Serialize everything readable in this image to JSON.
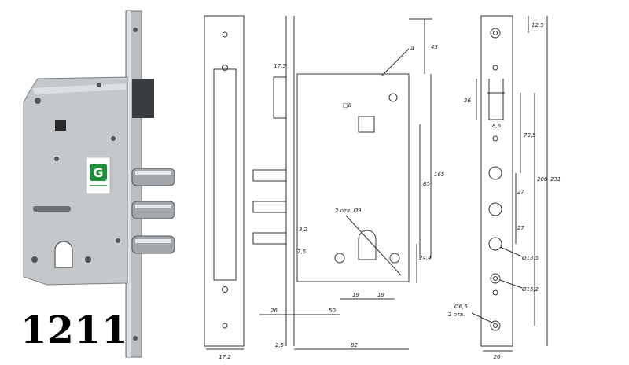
{
  "product": {
    "model_number": "1211",
    "brand_mark": "G"
  },
  "drawing": {
    "front_plate": {
      "width_label": "17,2"
    },
    "side_view": {
      "bolt_offset": "17,5",
      "label_a": "A",
      "dim_43": "43",
      "square_size": "□8",
      "hole_label": "2 отв. Ø9",
      "dim_32": "3,2",
      "dim_7_5": "7,5",
      "dim_85": "85",
      "dim_165": "165",
      "dim_24_4": "24,4",
      "dim_19a": "19",
      "dim_19b": "19",
      "dim_26": "26",
      "dim_50": "50",
      "dim_2_5": "2,5",
      "dim_82": "82"
    },
    "faceplate": {
      "dim_12_5": "12,5",
      "dim_26_h": "26",
      "dim_8_6": "8,6",
      "dim_78_5": "78,5",
      "dim_206": "206",
      "dim_231": "231",
      "dim_27a": "27",
      "dim_27b": "27",
      "diam_13_5": "Ø13,5",
      "diam_15_2": "Ø15,2",
      "diam_6_5": "Ø6,5",
      "holes_count": "2 отв.",
      "dim_26_w": "26"
    }
  },
  "colors": {
    "metal": "#c9cdd0",
    "metal_dark": "#8d9297",
    "brand_green": "#1f8f3a",
    "line": "#333333"
  }
}
